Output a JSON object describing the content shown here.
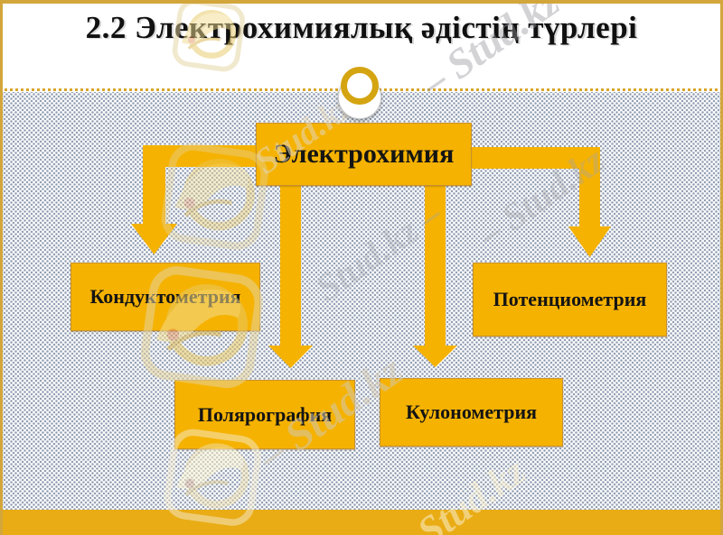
{
  "slide": {
    "title": "2.2 Электрохимиялық әдістің түрлері"
  },
  "diagram": {
    "type": "flowchart",
    "root": {
      "label": "Электрохимия"
    },
    "nodes": [
      {
        "label": "Кондуктометрия"
      },
      {
        "label": "Потенциометрия"
      },
      {
        "label": "Полярография"
      },
      {
        "label": "Кулонометрия"
      }
    ]
  },
  "watermark": {
    "text": "Stud.kz",
    "dash_left": "– Stud.kz",
    "dash_right": "Stud.kz –"
  },
  "colors": {
    "node_fill": "#F5B201",
    "node_border": "#C8912F",
    "footer_bar": "#E9AC15",
    "frame_gold": "#D3A63B",
    "divider_gold": "#D8A62B",
    "ring_gold": "#D4A411",
    "pattern_dot": "#94A0B4",
    "title_text": "#101010"
  }
}
